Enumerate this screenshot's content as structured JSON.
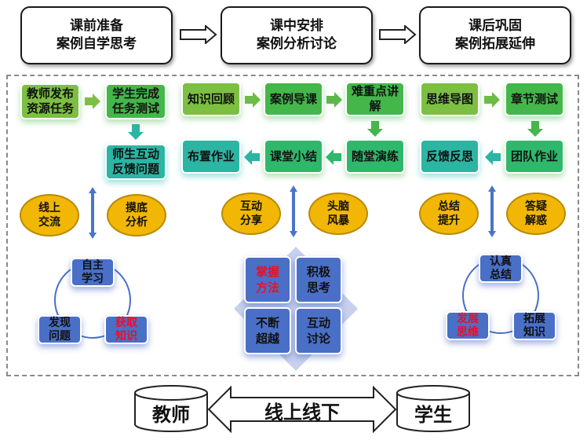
{
  "phases": [
    {
      "line1": "课前准备",
      "line2": "案例自学思考"
    },
    {
      "line1": "课中安排",
      "line2": "案例分析讨论"
    },
    {
      "line1": "课后巩固",
      "line2": "案例拓展延伸"
    }
  ],
  "pre_class": {
    "steps": [
      {
        "line1": "教师发布",
        "line2": "资源任务"
      },
      {
        "line1": "学生完成",
        "line2": "任务测试"
      },
      {
        "line1": "师生互动",
        "line2": "反馈问题"
      }
    ],
    "ovals": [
      {
        "line1": "线上",
        "line2": "交流"
      },
      {
        "line1": "摸底",
        "line2": "分析"
      }
    ],
    "cycle": [
      {
        "line1": "自主",
        "line2": "学习",
        "highlight": false
      },
      {
        "line1": "获取",
        "line2": "知识",
        "highlight": true
      },
      {
        "line1": "发现",
        "line2": "问题",
        "highlight": false
      }
    ]
  },
  "in_class": {
    "steps": [
      "知识回顾",
      "案例导课",
      "难重点讲解",
      "随堂演练",
      "课堂小结",
      "布置作业"
    ],
    "step3_lines": [
      "难重点讲",
      "解"
    ],
    "ovals": [
      {
        "line1": "互动",
        "line2": "分享"
      },
      {
        "line1": "头脑",
        "line2": "风暴"
      }
    ],
    "grid": [
      {
        "line1": "掌握",
        "line2": "方法",
        "highlight": true
      },
      {
        "line1": "积极",
        "line2": "思考",
        "highlight": false
      },
      {
        "line1": "不断",
        "line2": "超越",
        "highlight": false
      },
      {
        "line1": "互动",
        "line2": "讨论",
        "highlight": false
      }
    ]
  },
  "post_class": {
    "steps": [
      "思维导图",
      "章节测试",
      "团队作业",
      "反馈反思"
    ],
    "ovals": [
      {
        "line1": "总结",
        "line2": "提升"
      },
      {
        "line1": "答疑",
        "line2": "解惑"
      }
    ],
    "cycle": [
      {
        "line1": "认真",
        "line2": "总结",
        "highlight": false
      },
      {
        "line1": "拓展",
        "line2": "知识",
        "highlight": false
      },
      {
        "line1": "发展",
        "line2": "思维",
        "highlight": true
      }
    ]
  },
  "bottom": {
    "left": "教师",
    "middle": "线上线下",
    "right": "学生"
  },
  "colors": {
    "green_light": "#7cbf42",
    "green": "#44b64a",
    "teal": "#2cb5a3",
    "gold": "#f2b705",
    "blue": "#4a6fc7",
    "highlight_red": "#e8102a"
  }
}
